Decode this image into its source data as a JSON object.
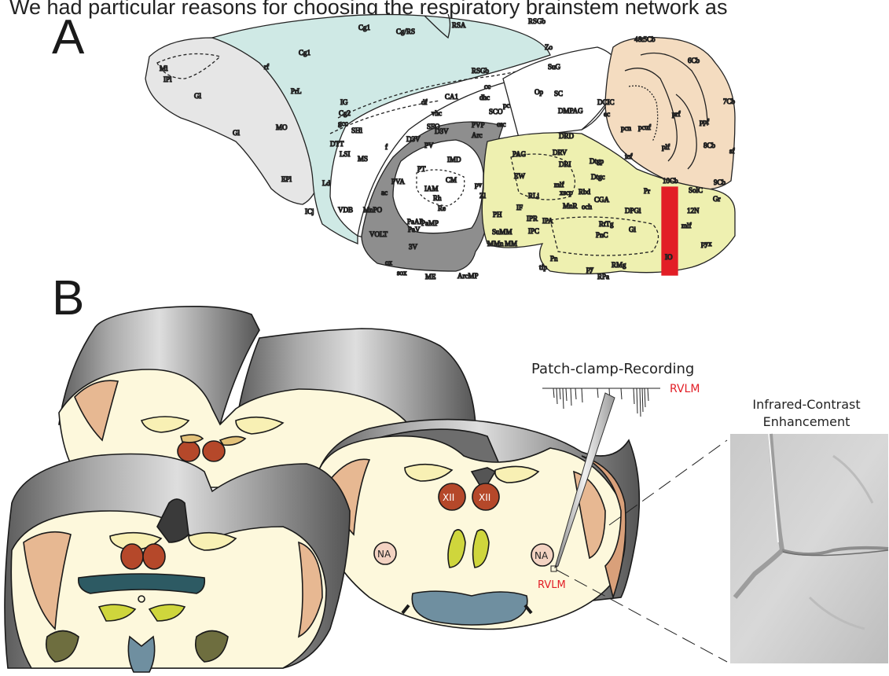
{
  "header_text": "We had particular reasons for choosing the respiratory brainstem network as",
  "panel_a": {
    "letter": "A",
    "regions": [
      "Mi",
      "IPl",
      "Gl",
      "Gl",
      "EPl",
      "rf",
      "Cg1",
      "Cg1",
      "Cg/RS",
      "RSA",
      "RSGb",
      "RSGb",
      "RSGb",
      "PrL",
      "MO",
      "IG",
      "Cg2",
      "gcc",
      "SHi",
      "dhc",
      "vhc",
      "df",
      "DTT",
      "LSI",
      "Ld",
      "VDB",
      "MS",
      "ICj",
      "MnPO",
      "VOLT",
      "ac",
      "PVA",
      "f",
      "D3V",
      "PV",
      "SFO",
      "CA1",
      "cc",
      "SCO",
      "csc",
      "pc",
      "Zo",
      "SuG",
      "Op",
      "SC",
      "DMPAG",
      "ec",
      "DCIC",
      "4&5Cb",
      "6Cb",
      "7Cb",
      "ppf",
      "prf",
      "8Cb",
      "sf",
      "pcn",
      "pcuf",
      "plf",
      "9Cb",
      "10Cb",
      "icf",
      "PAG",
      "DRD",
      "DRV",
      "DRI",
      "Dtgp",
      "Dtgc",
      "EW",
      "mlf",
      "xscp",
      "Rbd",
      "RLi",
      "MnR",
      "CGA",
      "och",
      "Pr",
      "SolC",
      "12N",
      "Gr",
      "DPGi",
      "Gi",
      "mlf",
      "pyx",
      "PH",
      "IF",
      "IPR",
      "IPC",
      "IPA",
      "SuMM",
      "MM",
      "MMn",
      "PnC",
      "RtTg",
      "Pn",
      "tfp",
      "RMg",
      "RPa",
      "IO",
      "py",
      "3V",
      "ox",
      "sox",
      "ME",
      "ArcMP",
      "IMD",
      "CM",
      "PT",
      "IAM",
      "Rh",
      "Re",
      "pv",
      "PaAP",
      "PaV",
      "PaMP",
      "Zl",
      "D3V",
      "PVP",
      "Arc"
    ]
  },
  "panel_b": {
    "letter": "B",
    "recording_label": "Patch-clamp-Recording",
    "rvlm_label": "RVLM",
    "rvlm_label_lower": "RVLM",
    "xii_labels": [
      "XII",
      "XII"
    ],
    "na_labels": [
      "NA",
      "NA"
    ],
    "ir_title_line1": "Infrared-Contrast",
    "ir_title_line2": "Enhancement"
  },
  "colors": {
    "accent_red": "#e21e26",
    "cortex_cyan": "#cfe9e5",
    "olfactory_gray": "#e6e6e6",
    "brainstem_yellow": "#eef0b0",
    "cerebellum_beige": "#f4dcc0",
    "slice_interior": "#fdf8dc",
    "nucleus_brown": "#b5482a",
    "olive_green": "#cfd63c",
    "pyramid_blue": "#6f8fa0"
  }
}
